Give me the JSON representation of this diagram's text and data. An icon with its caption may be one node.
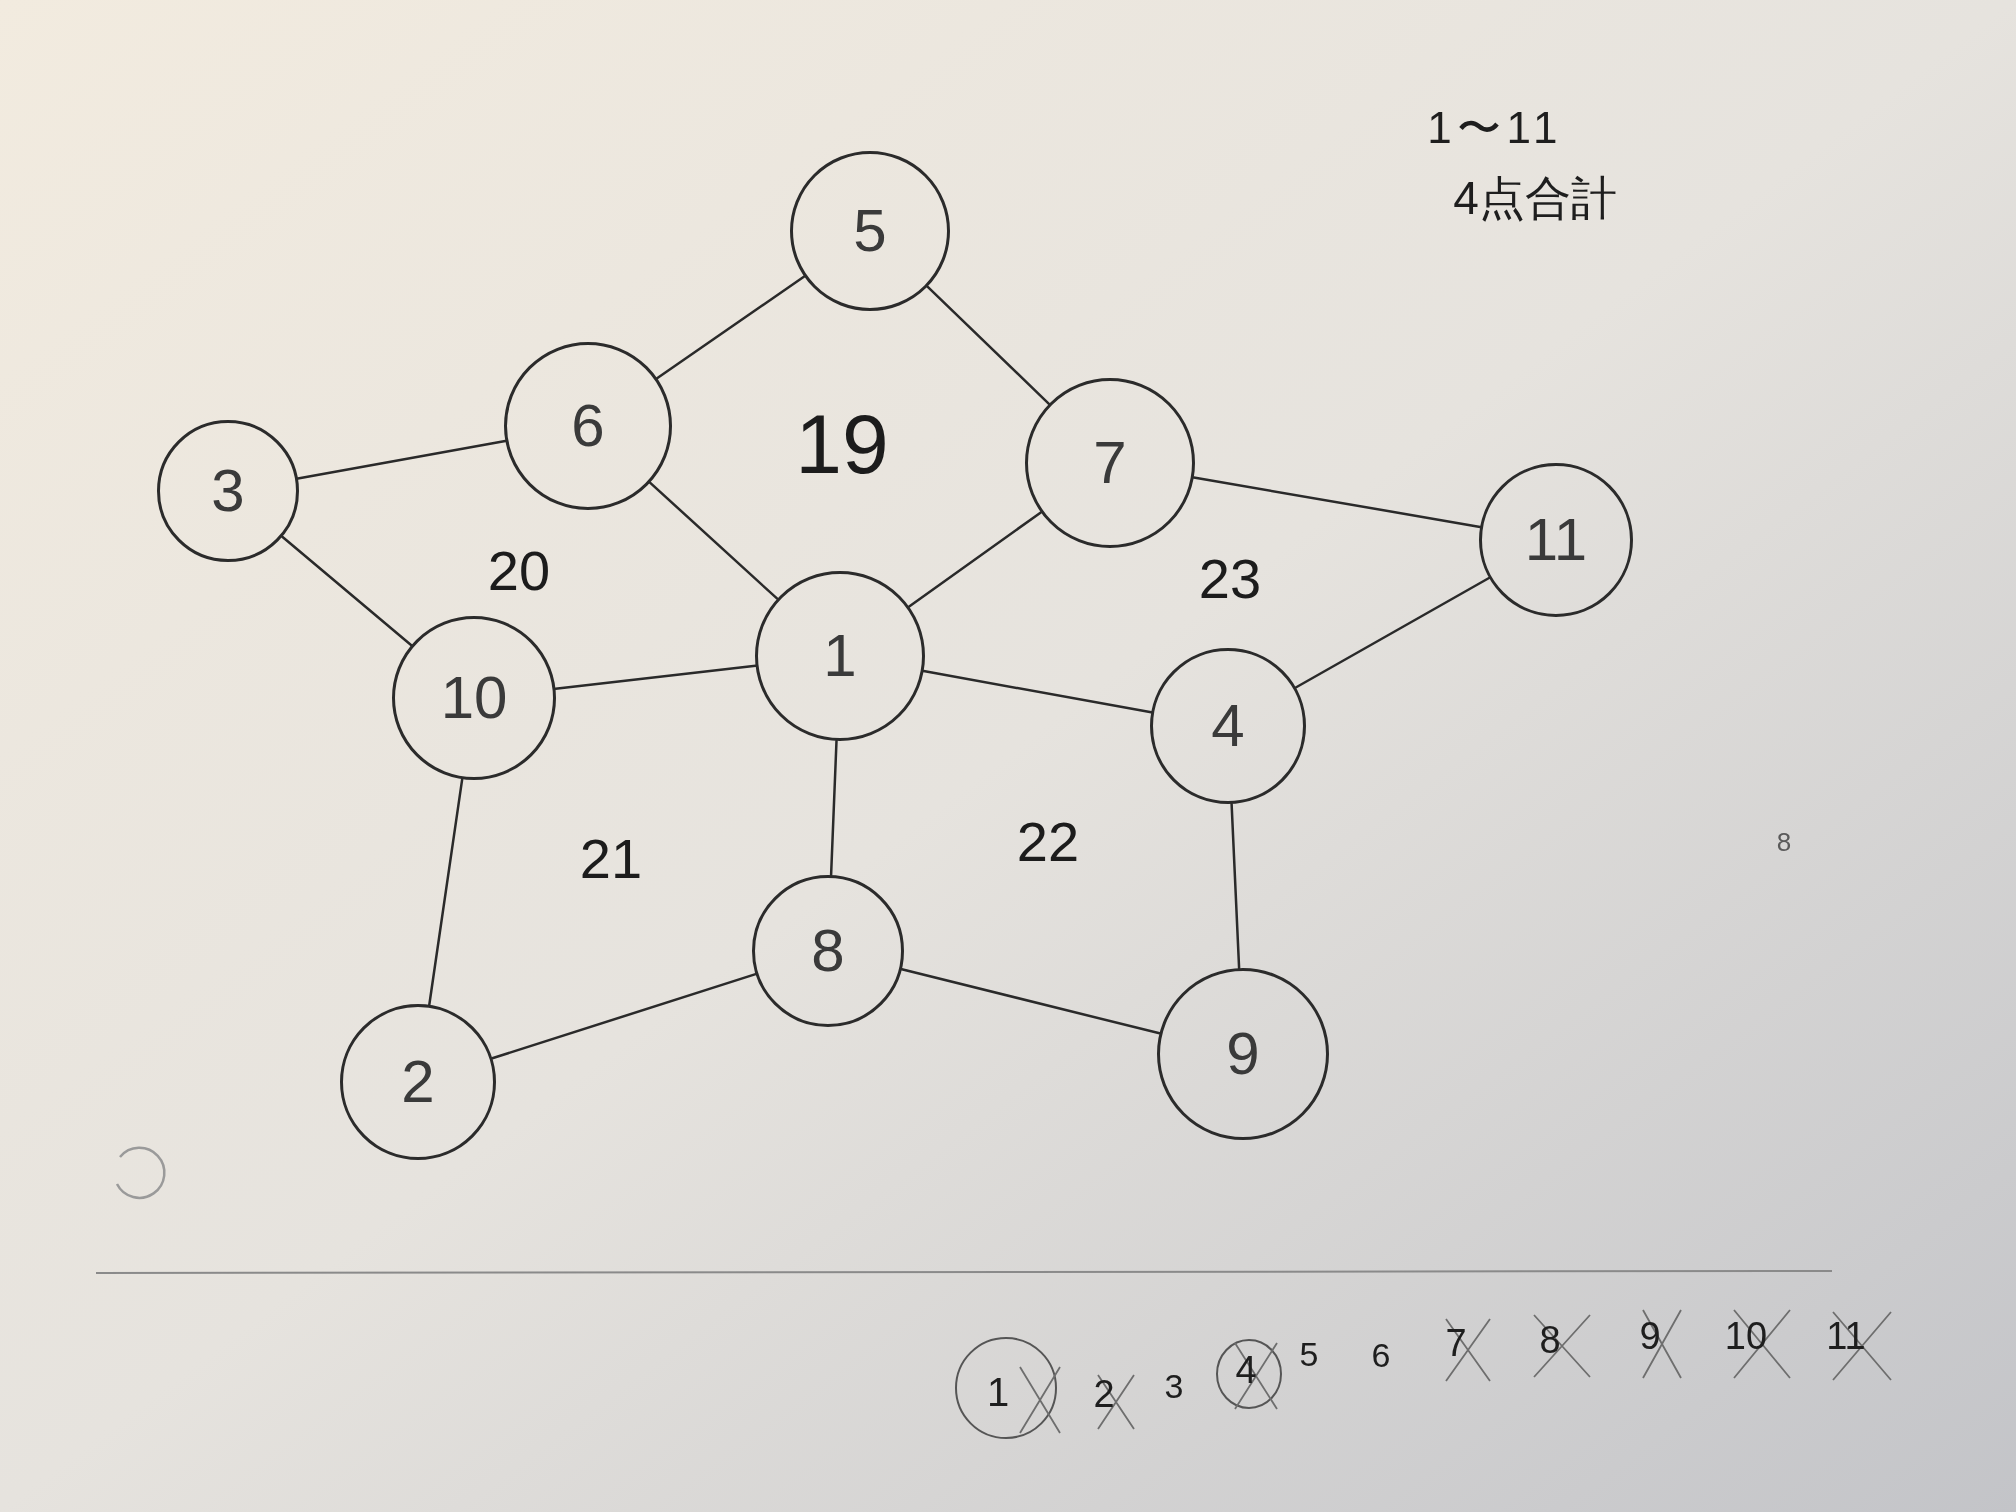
{
  "diagram": {
    "nodes": [
      {
        "text": [
          "5"
        ]
      },
      {
        "text": [
          "3"
        ]
      },
      {
        "text": [
          "6"
        ]
      },
      {
        "text": [
          "7"
        ]
      },
      {
        "text": [
          "11"
        ]
      },
      {
        "text": [
          "10"
        ]
      },
      {
        "text": [
          "1"
        ]
      },
      {
        "text": [
          "4"
        ]
      },
      {
        "text": [
          "2"
        ]
      },
      {
        "text": [
          "8"
        ]
      },
      {
        "text": [
          "9"
        ]
      }
    ],
    "edges": [
      {
        "from": 0,
        "to": 2,
        "arrow": "none"
      },
      {
        "from": 0,
        "to": 3,
        "arrow": "none"
      },
      {
        "from": 1,
        "to": 2,
        "arrow": "none"
      },
      {
        "from": 2,
        "to": 6,
        "arrow": "none"
      },
      {
        "from": 3,
        "to": 6,
        "arrow": "none"
      },
      {
        "from": 3,
        "to": 4,
        "arrow": "none"
      },
      {
        "from": 1,
        "to": 5,
        "arrow": "none"
      },
      {
        "from": 5,
        "to": 6,
        "arrow": "none"
      },
      {
        "from": 6,
        "to": 7,
        "arrow": "none"
      },
      {
        "from": 4,
        "to": 7,
        "arrow": "none"
      },
      {
        "from": 6,
        "to": 9,
        "arrow": "none"
      },
      {
        "from": 5,
        "to": 8,
        "arrow": "none"
      },
      {
        "from": 7,
        "to": 10,
        "arrow": "none"
      },
      {
        "from": 8,
        "to": 9,
        "arrow": "none"
      },
      {
        "from": 9,
        "to": 10,
        "arrow": "none"
      }
    ],
    "labels": [
      "1〜11",
      "4点合計",
      "19",
      "20",
      "23",
      "21",
      "22",
      "8",
      "1",
      "2",
      "3",
      "4",
      "5",
      "6",
      "7",
      "8",
      "9",
      "10",
      "11"
    ]
  }
}
